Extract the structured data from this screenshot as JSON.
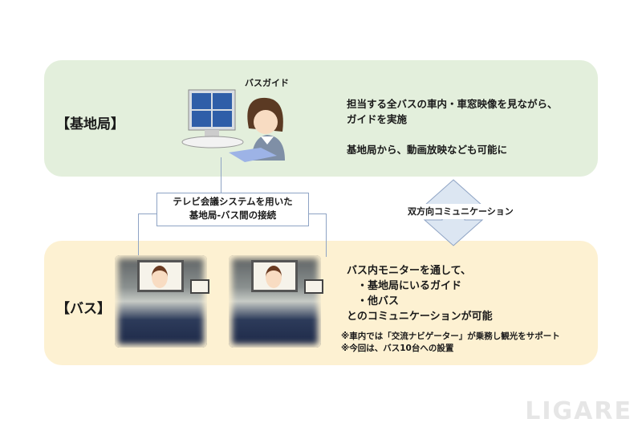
{
  "base_station": {
    "label": "【基地局】",
    "guide_label": "バスガイド",
    "desc_lines": [
      "担当する全バスの車内・車窓映像を見ながら、",
      "ガイドを実施",
      "",
      "基地局から、動画放映なども可能に"
    ]
  },
  "connection": {
    "lines": [
      "テレビ会議システムを用いた",
      "基地局-バス間の接続"
    ]
  },
  "arrow": {
    "label": "双方向コミュニケーション"
  },
  "bus": {
    "label": "【バス】",
    "desc_lines": [
      "バス内モニターを通して、",
      "　・基地局にいるガイド",
      "　・他バス",
      "とのコミュニケーションが可能"
    ],
    "notes": [
      "※車内では「交流ナビゲーター」が乗務し観光をサポート",
      "※今回は、バス10台への設置"
    ]
  },
  "logo": "LIGARE",
  "colors": {
    "base_bg": "#e3efdc",
    "bus_bg": "#fdf1d2",
    "arrow": "#dce6f2",
    "line": "#8ea3c4"
  }
}
